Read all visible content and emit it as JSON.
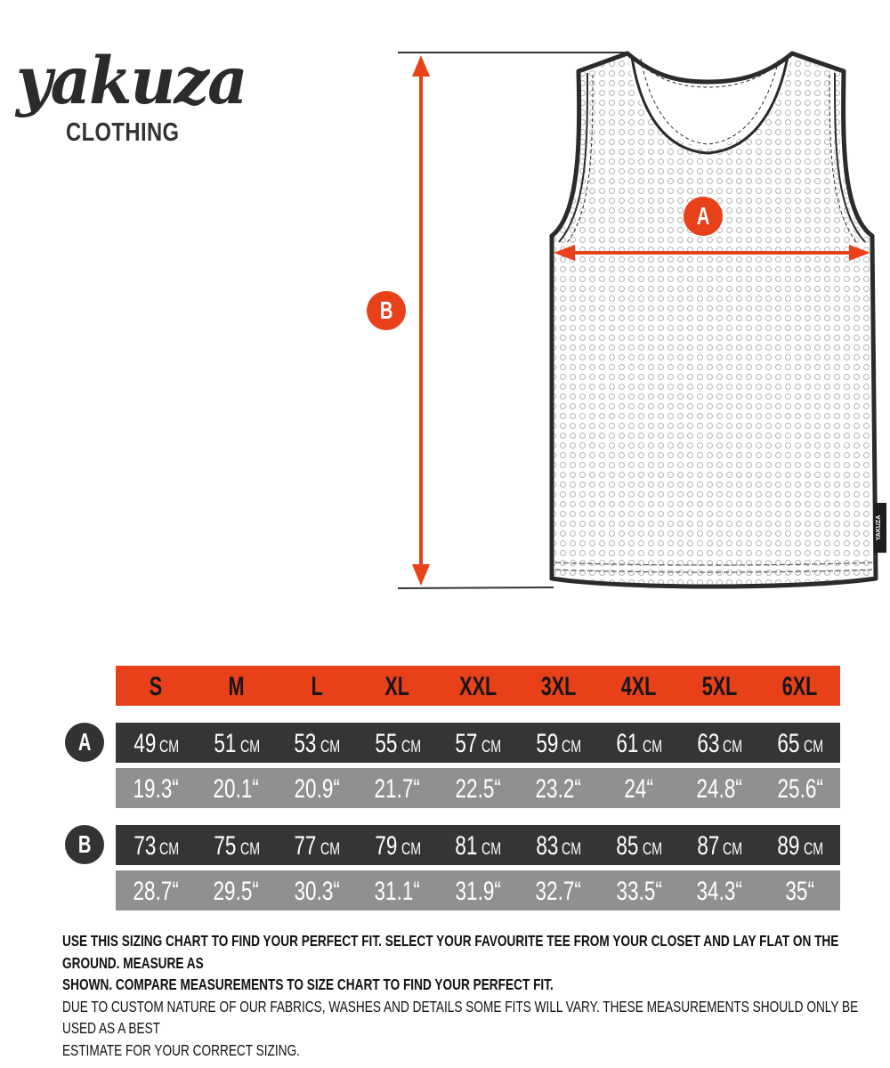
{
  "brand": {
    "name": "yakuza",
    "subtitle": "CLOTHING",
    "tag_label": "YAKUZA"
  },
  "colors": {
    "accent": "#e8411a",
    "dark_row": "#353535",
    "light_row": "#909090",
    "outline": "#2b2b2b"
  },
  "diagram": {
    "garment": "tank top / mesh jersey",
    "measurements": [
      {
        "key": "A",
        "label": "A",
        "description": "chest width (armpit to armpit)"
      },
      {
        "key": "B",
        "label": "B",
        "description": "total length (shoulder to hem)"
      }
    ]
  },
  "table": {
    "sizes": [
      "S",
      "M",
      "L",
      "XL",
      "XXL",
      "3XL",
      "4XL",
      "5XL",
      "6XL"
    ],
    "unit_cm": "CM",
    "rows": [
      {
        "key": "A",
        "cm": [
          "49",
          "51",
          "53",
          "55",
          "57",
          "59",
          "61",
          "63",
          "65"
        ],
        "inch": [
          "19.3“",
          "20.1“",
          "20.9“",
          "21.7“",
          "22.5“",
          "23.2“",
          "24“",
          "24.8“",
          "25.6“"
        ]
      },
      {
        "key": "B",
        "cm": [
          "73",
          "75",
          "77",
          "79",
          "81",
          "83",
          "85",
          "87",
          "89"
        ],
        "inch": [
          "28.7“",
          "29.5“",
          "30.3“",
          "31.1“",
          "31.9“",
          "32.7“",
          "33.5“",
          "34.3“",
          "35“"
        ]
      }
    ]
  },
  "notes": {
    "line1": "USE THIS SIZING CHART TO FIND YOUR PERFECT FIT. SELECT YOUR FAVOURITE TEE FROM YOUR CLOSET AND LAY FLAT ON THE GROUND. MEASURE AS",
    "line2": "SHOWN. COMPARE MEASUREMENTS TO SIZE CHART TO FIND YOUR PERFECT FIT.",
    "line3": "DUE TO CUSTOM NATURE OF OUR FABRICS, WASHES AND DETAILS SOME FITS WILL VARY. THESE MEASUREMENTS SHOULD ONLY BE USED AS A BEST",
    "line4": "ESTIMATE FOR YOUR CORRECT SIZING."
  }
}
